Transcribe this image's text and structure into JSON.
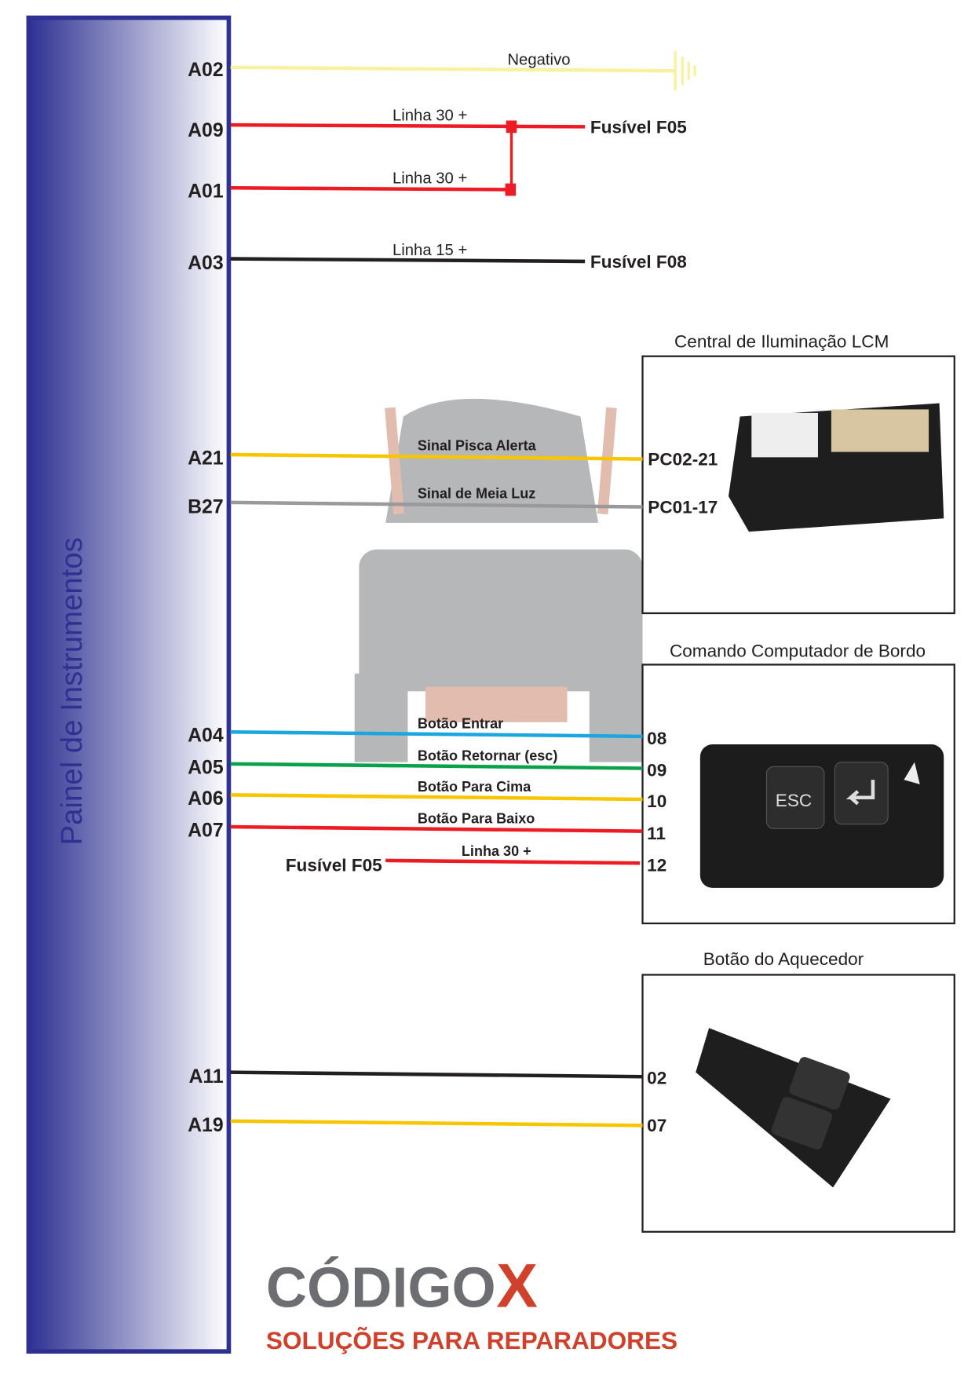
{
  "panel": {
    "title": "Painel de Instrumentos"
  },
  "colors": {
    "panel_blue": "#2e3192",
    "red": "#ed1c24",
    "yellow": "#f7c600",
    "pale_yellow": "#f8f2a0",
    "cyan": "#1ba6df",
    "green": "#0aa14b",
    "grey": "#9a9a9e",
    "black": "#231f20"
  },
  "power": {
    "a02": {
      "pin": "A02",
      "label": "Negativo"
    },
    "a09": {
      "pin": "A09",
      "label": "Linha 30 +",
      "dest": "Fusível F05"
    },
    "a01": {
      "pin": "A01",
      "label": "Linha 30 +"
    },
    "a03": {
      "pin": "A03",
      "label": "Linha 15 +",
      "dest": "Fusível F08"
    }
  },
  "lcm": {
    "title": "Central de Iluminação LCM",
    "wires": [
      {
        "pin": "A21",
        "label": "Sinal Pisca Alerta",
        "dest": "PC02-21"
      },
      {
        "pin": "B27",
        "label": "Sinal de Meia Luz",
        "dest": "PC01-17"
      }
    ]
  },
  "computer": {
    "title": "Comando Computador de Bordo",
    "wires": [
      {
        "pin": "A04",
        "label": "Botão Entrar",
        "dest": "08"
      },
      {
        "pin": "A05",
        "label": "Botão Retornar (esc)",
        "dest": "09"
      },
      {
        "pin": "A06",
        "label": "Botão Para Cima",
        "dest": "10"
      },
      {
        "pin": "A07",
        "label": "Botão Para Baixo",
        "dest": "11"
      }
    ],
    "fuse_wire": {
      "source": "Fusível F05",
      "label": "Linha 30 +",
      "dest": "12"
    },
    "esc_key": "ESC"
  },
  "heater": {
    "title": "Botão do Aquecedor",
    "wires": [
      {
        "pin": "A11",
        "dest": "02"
      },
      {
        "pin": "A19",
        "dest": "07"
      }
    ]
  },
  "watermark": {
    "brand": "CÓDIGO",
    "mark": "X",
    "tagline": "SOLUÇÕES PARA REPARADORES"
  }
}
